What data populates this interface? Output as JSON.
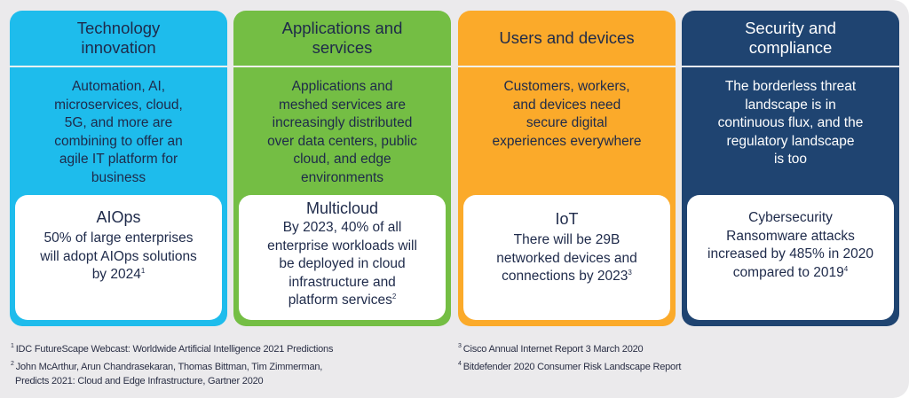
{
  "columns": [
    {
      "header": "Technology innovation",
      "header_lines": [
        "Technology",
        "innovation"
      ],
      "body_lines": [
        "Automation, AI,",
        "microservices, cloud,",
        "5G, and more are",
        "combining to offer an",
        "agile IT platform for",
        "business"
      ],
      "card_title": "AIOps",
      "card_lines": [
        "50% of large enterprises",
        "will adopt AIOps solutions",
        "by 2024"
      ],
      "footnote_ref": "1",
      "color": "#1EBCEC"
    },
    {
      "header": "Applications and services",
      "header_lines": [
        "Applications and",
        "services"
      ],
      "body_lines": [
        "Applications and",
        "meshed services are",
        "increasingly distributed",
        "over data centers, public",
        "cloud, and edge",
        "environments"
      ],
      "card_title": "Multicloud",
      "card_lines": [
        "By 2023, 40% of all",
        "enterprise workloads will",
        "be deployed in cloud",
        "infrastructure and",
        "platform services"
      ],
      "footnote_ref": "2",
      "color": "#74BE44"
    },
    {
      "header": "Users and devices",
      "header_lines": [
        "Users and devices"
      ],
      "body_lines": [
        "Customers, workers,",
        "and devices need",
        "secure digital",
        "experiences everywhere"
      ],
      "card_title": "IoT",
      "card_lines": [
        "There will be 29B",
        "networked devices and",
        "connections by 2023"
      ],
      "footnote_ref": "3",
      "color": "#FBAA2A"
    },
    {
      "header": "Security and compliance",
      "header_lines": [
        "Security and",
        "compliance"
      ],
      "body_lines": [
        "The borderless threat",
        "landscape is in",
        "continuous flux, and the",
        "regulatory landscape",
        "is too"
      ],
      "card_title": "Cybersecurity",
      "card_lines": [
        "Ransomware attacks",
        "increased by 485% in 2020",
        "compared to 2019"
      ],
      "footnote_ref": "4",
      "color": "#1F4471"
    }
  ],
  "footnotes": [
    {
      "num": "1",
      "lines": [
        "IDC FutureScape Webcast: Worldwide Artificial Intelligence 2021 Predictions"
      ]
    },
    {
      "num": "2",
      "lines": [
        "John McArthur, Arun Chandrasekaran, Thomas Bittman, Tim Zimmerman,",
        "Predicts 2021: Cloud and Edge Infrastructure, Gartner 2020"
      ]
    },
    {
      "num": "3",
      "lines": [
        "Cisco Annual Internet Report 3 March 2020"
      ]
    },
    {
      "num": "4",
      "lines": [
        "Bitdefender 2020 Consumer Risk Landscape Report"
      ]
    }
  ]
}
